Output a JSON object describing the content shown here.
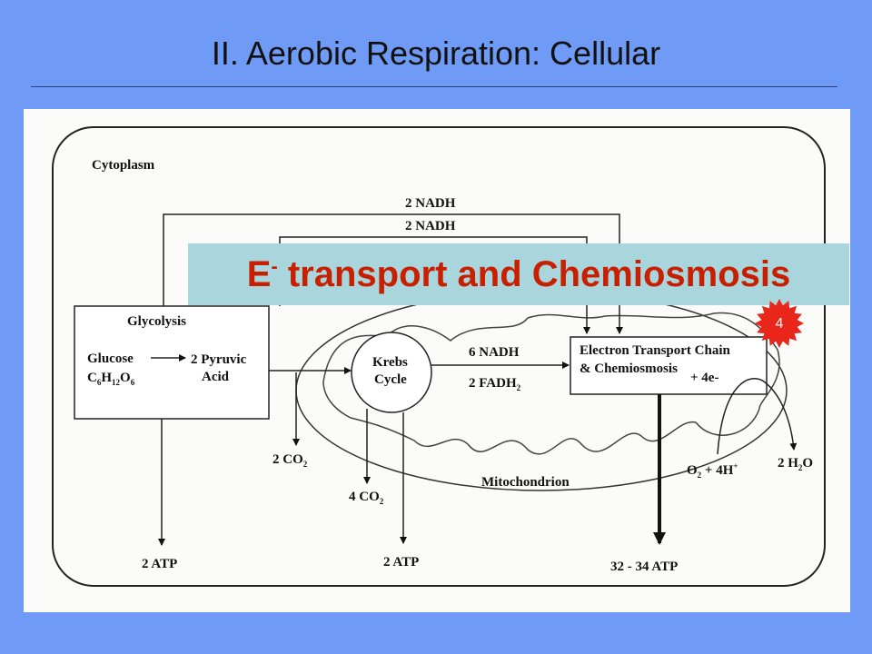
{
  "slide": {
    "title": "II. Aerobic Respiration: Cellular"
  },
  "banner": {
    "prefix": "E",
    "superscript": "-",
    "text": " transport and Chemiosmosis"
  },
  "badge": {
    "number": "4",
    "color": "#e8261a"
  },
  "diagram": {
    "cytoplasm_label": "Cytoplasm",
    "nadh_outer": "2 NADH",
    "nadh_inner": "2 NADH",
    "glycolysis": {
      "title": "Glycolysis",
      "glucose": "Glucose",
      "formula_c": "C",
      "formula_c_sub": "6",
      "formula_h": "H",
      "formula_h_sub": "12",
      "formula_o": "O",
      "formula_o_sub": "6",
      "pyruvic_line1": "2 Pyruvic",
      "pyruvic_line2": "Acid"
    },
    "krebs": {
      "line1": "Krebs",
      "line2": "Cycle"
    },
    "nadh6": "6 NADH",
    "fadh_main": "2 FADH",
    "fadh_sub": "2",
    "etc": {
      "line1": "Electron Transport Chain",
      "line2": "& Chemiosmosis",
      "electrons": "+ 4e-"
    },
    "co2_a": "2 CO",
    "co2_a_sub": "2",
    "co2_b": "4 CO",
    "co2_b_sub": "2",
    "mitochondrion": "Mitochondrion",
    "oxygen_o": "O",
    "oxygen_sub": "2",
    "oxygen_rest": " + 4H",
    "oxygen_sup": "+",
    "water_main": "2 H",
    "water_sub": "2",
    "water_o": "O",
    "atp_glycolysis": "2 ATP",
    "atp_krebs": "2 ATP",
    "atp_etc": "32 - 34 ATP"
  }
}
